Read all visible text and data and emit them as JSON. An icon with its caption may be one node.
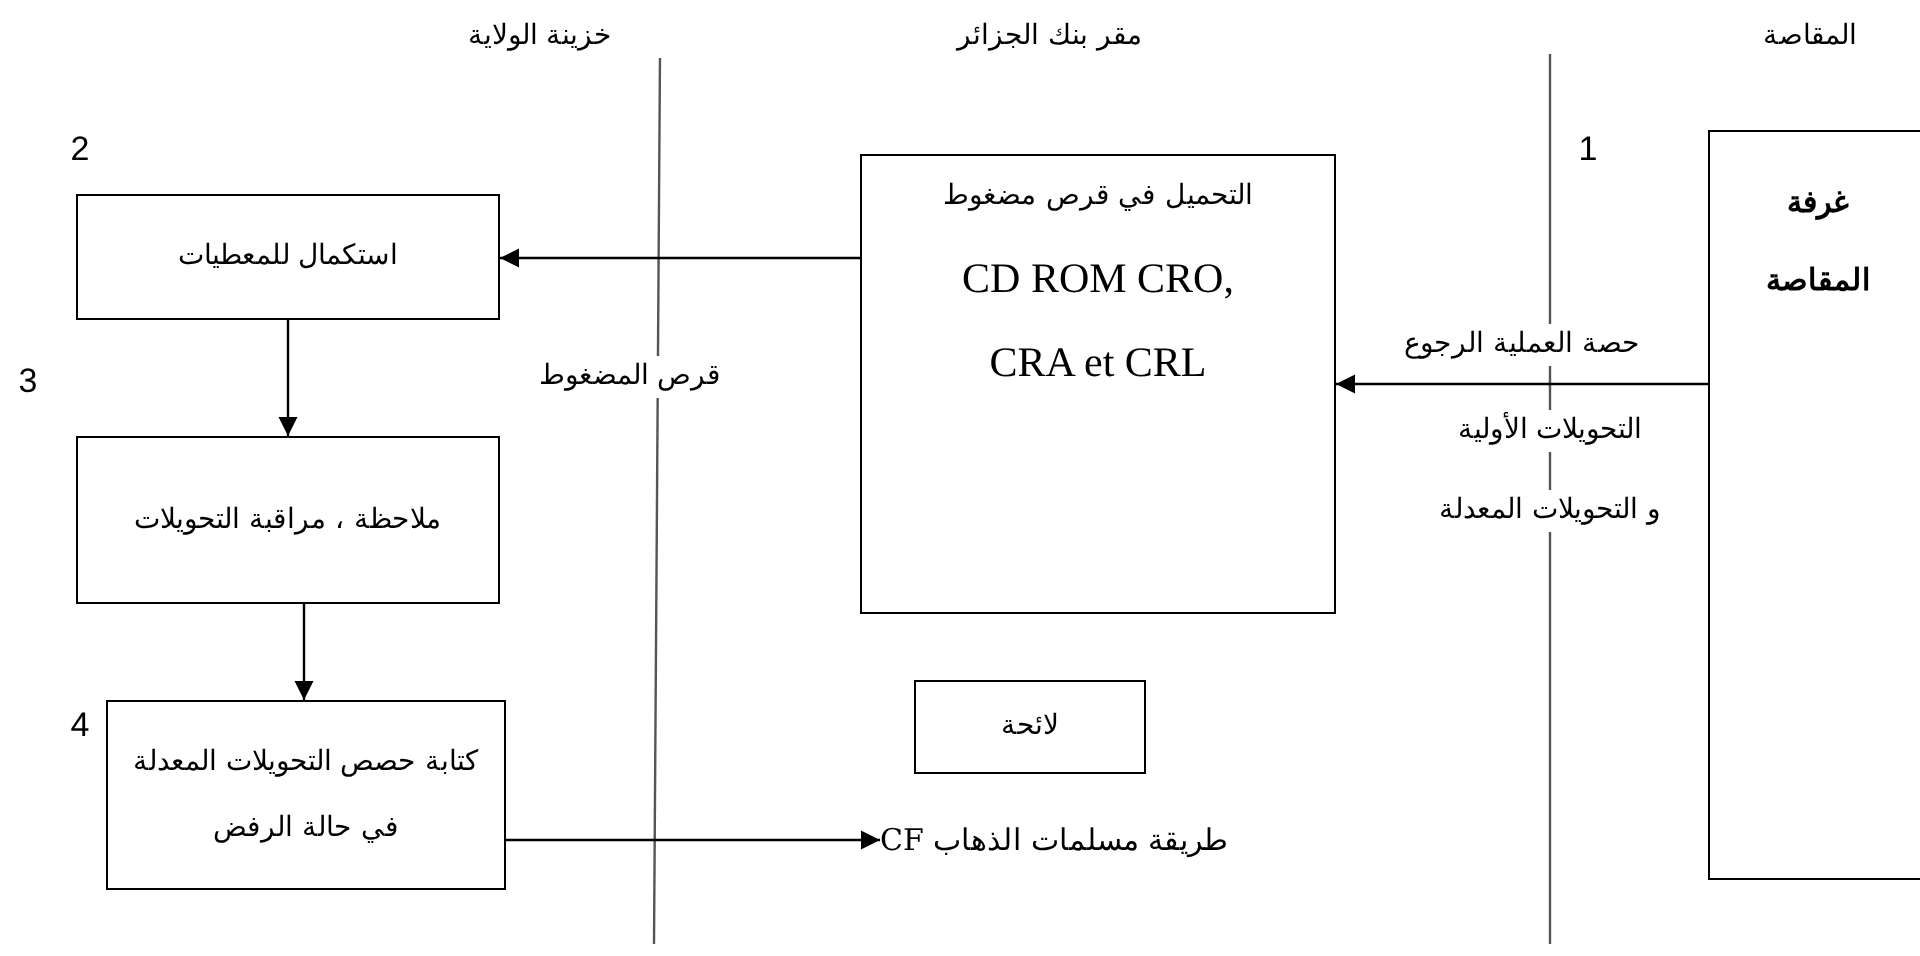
{
  "diagram": {
    "nodes": [
      {
        "text": [
          "غرفة المقاصة"
        ]
      },
      {
        "text": [
          "التحميل في قرص مضغوط",
          "CD ROM CRO, CRA et CRL"
        ]
      },
      {
        "text": [
          "استكمال للمعطيات"
        ]
      },
      {
        "text": [
          "ملاحظة ، مراقبة التحويلات"
        ]
      },
      {
        "text": [
          "كتابة حصص التحويلات المعدلة في حالة الرفض"
        ]
      },
      {
        "text": [
          "لائحة"
        ]
      },
      {
        "text": [
          "طريقة مسلمات الذهاب CF"
        ]
      }
    ],
    "edges": [
      {
        "from": 0,
        "to": 1,
        "arrow": "to",
        "label": "حصة العملية الرجوع"
      },
      {
        "from": 1,
        "to": 2,
        "arrow": "to"
      },
      {
        "from": 2,
        "to": 3,
        "arrow": "to"
      },
      {
        "from": 3,
        "to": 4,
        "arrow": "to"
      },
      {
        "from": 4,
        "to": 6,
        "arrow": "to"
      }
    ],
    "labels": [
      "خزينة الولاية",
      "مقر بنك الجزائر",
      "المقاصة",
      "2",
      "1",
      "3",
      "قرص المضغوط",
      "التحويلات الأولية",
      "و التحويلات المعدلة",
      "4"
    ]
  }
}
